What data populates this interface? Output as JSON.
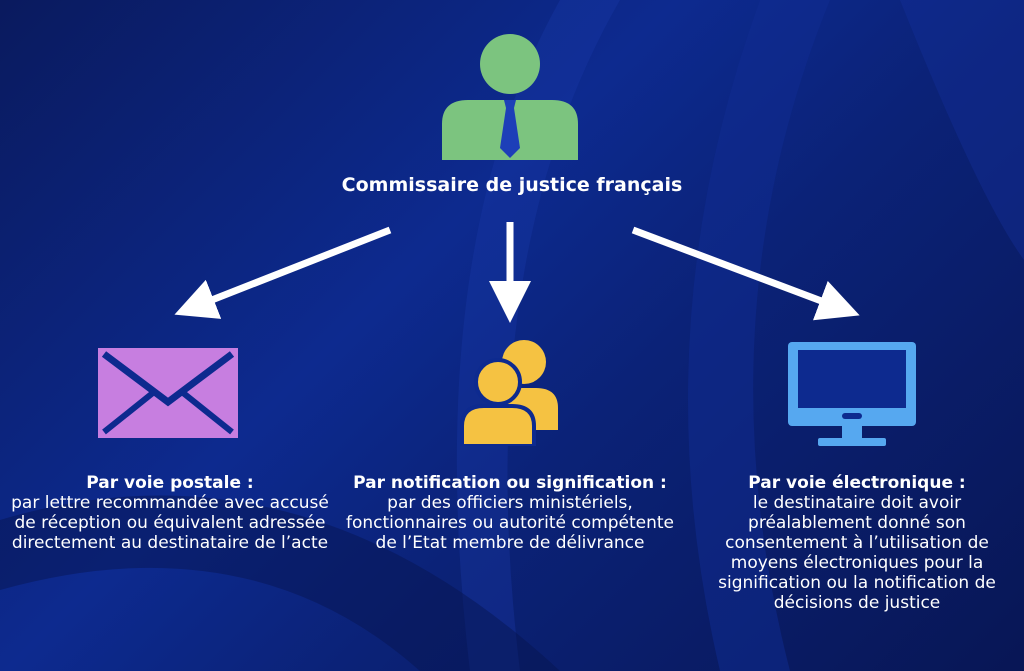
{
  "center": {
    "title": "Commissaire de justice français"
  },
  "branches": [
    {
      "heading": "Par voie postale :",
      "body": "par lettre recommandée avec accusé de réception ou équivalent adressée directement au destinataire de l’acte"
    },
    {
      "heading": "Par notification ou signification :",
      "body": "par des officiers ministériels, fonctionnaires ou autorité compétente de l’Etat membre de délivrance"
    },
    {
      "heading": "Par voie électronique :",
      "body": "le destinataire doit avoir préalablement donné son consentement à l’utilisation de moyens électroniques pour la signification ou la notification de décisions de justice"
    }
  ],
  "icons": {
    "top": "person-icon",
    "left": "envelope-icon",
    "middle": "group-icon",
    "right": "monitor-icon"
  },
  "colors": {
    "background": "#0d2a8f",
    "person": "#7cc47f",
    "tie": "#1d3fb8",
    "envelope": "#c77ee0",
    "group": "#f5c242",
    "monitor": "#56a8f0",
    "text": "#ffffff"
  }
}
